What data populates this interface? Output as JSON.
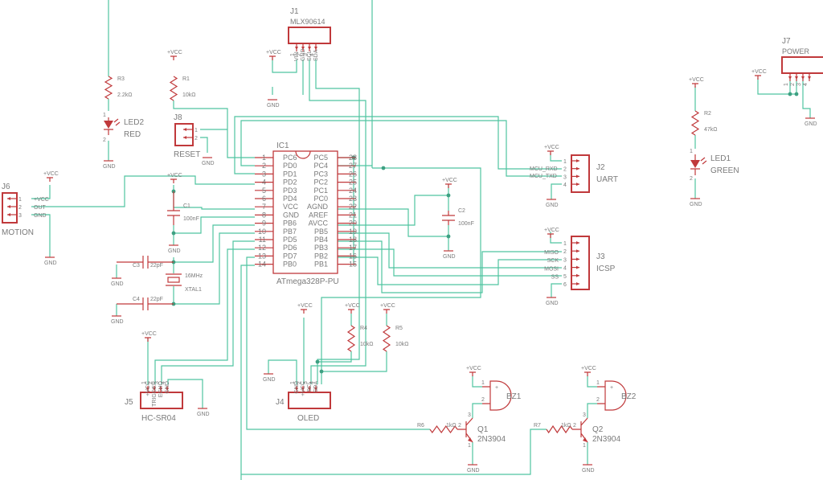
{
  "labels": {
    "j1_ref": "J1",
    "j1_val": "MLX90614",
    "j1_pins": [
      "VIN",
      "GND",
      "SCL",
      "SDA"
    ],
    "j1_nums": [
      "1",
      "2",
      "3",
      "4"
    ],
    "j2_ref": "J2",
    "j2_val": "UART",
    "j2_nums": [
      "1",
      "2",
      "3",
      "4"
    ],
    "j2_sig1": "MCU_RXD",
    "j2_sig2": "MCU_TXD",
    "j3_ref": "J3",
    "j3_val": "ICSP",
    "j3_nums": [
      "1",
      "2",
      "3",
      "4",
      "5",
      "6"
    ],
    "j3_sigs": [
      "MISO",
      "SCK",
      "MOSI",
      "SS"
    ],
    "j4_ref": "J4",
    "j4_val": "OLED",
    "j4_pins": [
      "GND",
      "+VCC",
      "SCL",
      "SDA"
    ],
    "j4_nums": [
      "1",
      "2",
      "3",
      "4"
    ],
    "j5_ref": "J5",
    "j5_val": "HC-SR04",
    "j5_pins": [
      "+VCC",
      "TRIGGER",
      "ECHO",
      "GND"
    ],
    "j5_nums": [
      "1",
      "2",
      "3",
      "4"
    ],
    "j6_ref": "J6",
    "j6_val": "MOTION",
    "j6_sigs": [
      "+VCC",
      "OUT",
      "GND"
    ],
    "j6_nums": [
      "1",
      "2",
      "3"
    ],
    "j7_ref": "J7",
    "j7_val": "POWER",
    "j7_nums": [
      "1",
      "2",
      "3",
      "4"
    ],
    "j8_ref": "J8",
    "j8_val": "RESET",
    "j8_nums": [
      "1",
      "2"
    ],
    "ic_ref": "IC1",
    "ic_val": "ATmega328P-PU",
    "ic_left_nums": [
      "1",
      "2",
      "3",
      "4",
      "5",
      "6",
      "7",
      "8",
      "9",
      "10",
      "11",
      "12",
      "13",
      "14"
    ],
    "ic_left_names": [
      "PC6",
      "PD0",
      "PD1",
      "PD2",
      "PD3",
      "PD4",
      "VCC",
      "GND",
      "PB6",
      "PB7",
      "PD5",
      "PD6",
      "PD7",
      "PB0"
    ],
    "ic_right_nums": [
      "28",
      "27",
      "26",
      "25",
      "24",
      "23",
      "22",
      "21",
      "20",
      "19",
      "18",
      "17",
      "16",
      "15"
    ],
    "ic_right_names": [
      "PC5",
      "PC4",
      "PC3",
      "PC2",
      "PC1",
      "PC0",
      "AGND",
      "AREF",
      "AVCC",
      "PB5",
      "PB4",
      "PB3",
      "PB2",
      "PB1"
    ],
    "r1_ref": "R1",
    "r1_val": "10kΩ",
    "r2_ref": "R2",
    "r2_val": "47kΩ",
    "r3_ref": "R3",
    "r3_val": "2.2kΩ",
    "r4_ref": "R4",
    "r4_val": "10kΩ",
    "r5_ref": "R5",
    "r5_val": "10kΩ",
    "r6_ref": "R6",
    "r6_val": "1kΩ",
    "r7_ref": "R7",
    "r7_val": "1kΩ",
    "c1_ref": "C1",
    "c1_val": "100nF",
    "c2_ref": "C2",
    "c2_val": "100nF",
    "c3_ref": "C3",
    "c3_val": "22pF",
    "c4_ref": "C4",
    "c4_val": "22pF",
    "xtal_freq": "16MHz",
    "xtal_ref": "XTAL1",
    "led1_ref": "LED1",
    "led1_val": "GREEN",
    "led2_ref": "LED2",
    "led2_val": "RED",
    "q1_ref": "Q1",
    "q1_val": "2N3904",
    "q2_ref": "Q2",
    "q2_val": "2N3904",
    "bz1_ref": "BZ1",
    "bz2_ref": "BZ2",
    "vcc": "+VCC",
    "gnd": "GND",
    "num1": "1",
    "num2": "2",
    "num3": "3",
    "plus": "+"
  },
  "colors": {
    "part": "#c0393b",
    "wire": "#4fc4a0",
    "text": "#7a7a7a"
  }
}
